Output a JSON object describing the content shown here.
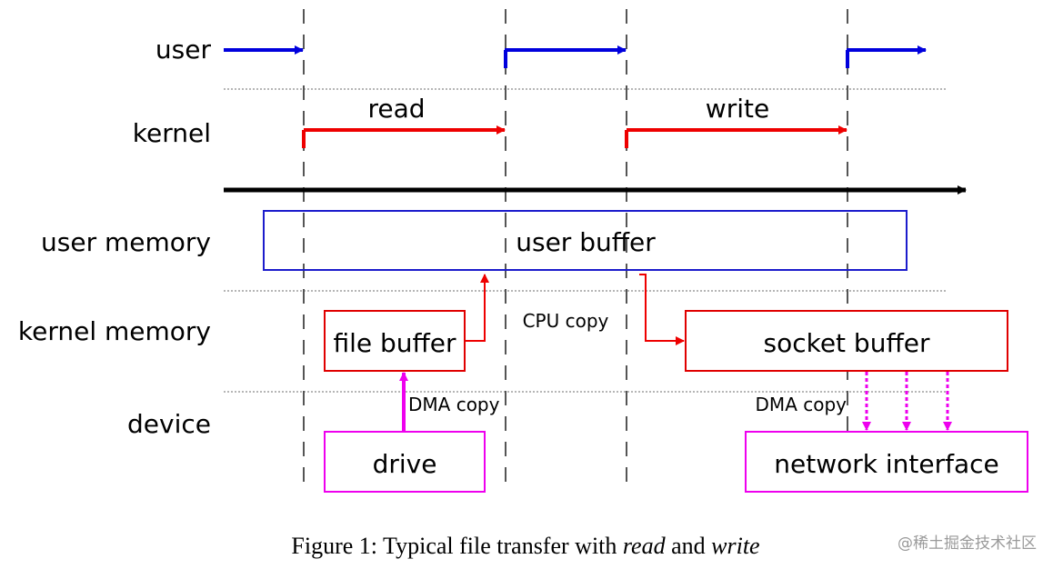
{
  "rows": {
    "user": "user",
    "kernel": "kernel",
    "user_memory": "user memory",
    "kernel_memory": "kernel memory",
    "device": "device"
  },
  "phases": {
    "read": "read",
    "write": "write"
  },
  "boxes": {
    "user_buffer": "user buffer",
    "file_buffer": "file buffer",
    "socket_buffer": "socket buffer",
    "drive": "drive",
    "network_interface": "network interface"
  },
  "copies": {
    "cpu_copy": "CPU copy",
    "dma_copy_read": "DMA copy",
    "dma_copy_write": "DMA copy"
  },
  "caption": {
    "prefix": "Figure 1: Typical file transfer with ",
    "read": "read",
    "middle": " and ",
    "write": "write"
  },
  "watermark": "@稀土掘金技术社区",
  "colors": {
    "user_arrow": "#0000dd",
    "kernel_arrow": "#ee0000",
    "timeline": "#000000",
    "user_buffer_border": "#1c1ccc",
    "kernel_buffer_border": "#e00000",
    "device_border": "#ee00ee",
    "dma_arrow": "#ee00ee"
  }
}
